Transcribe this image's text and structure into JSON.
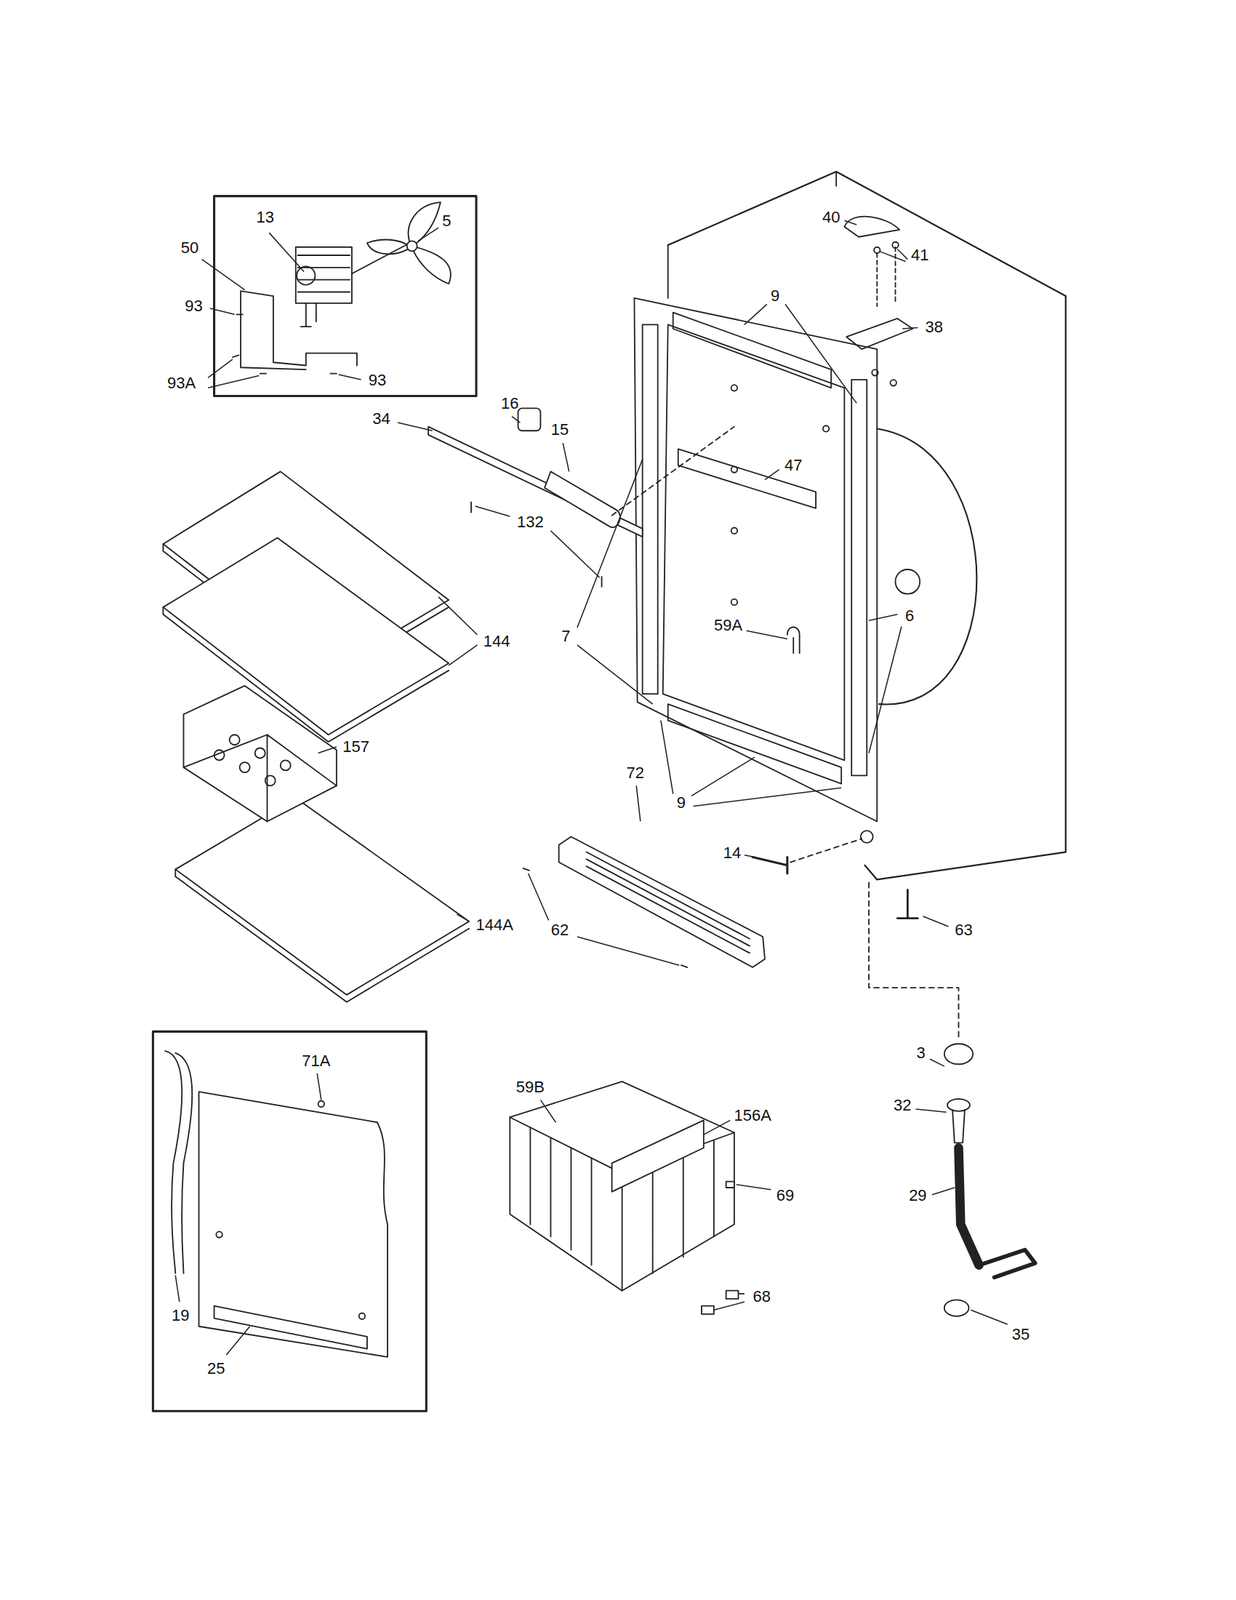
{
  "diagram": {
    "labels": [
      "13",
      "5",
      "50",
      "93",
      "93A",
      "93",
      "40",
      "41",
      "38",
      "9",
      "16",
      "15",
      "34",
      "47",
      "132",
      "144",
      "7",
      "59A",
      "6",
      "157",
      "9",
      "72",
      "14",
      "63",
      "62",
      "144A",
      "71A",
      "59B",
      "156A",
      "69",
      "3",
      "32",
      "29",
      "68",
      "19",
      "25",
      "35"
    ]
  }
}
